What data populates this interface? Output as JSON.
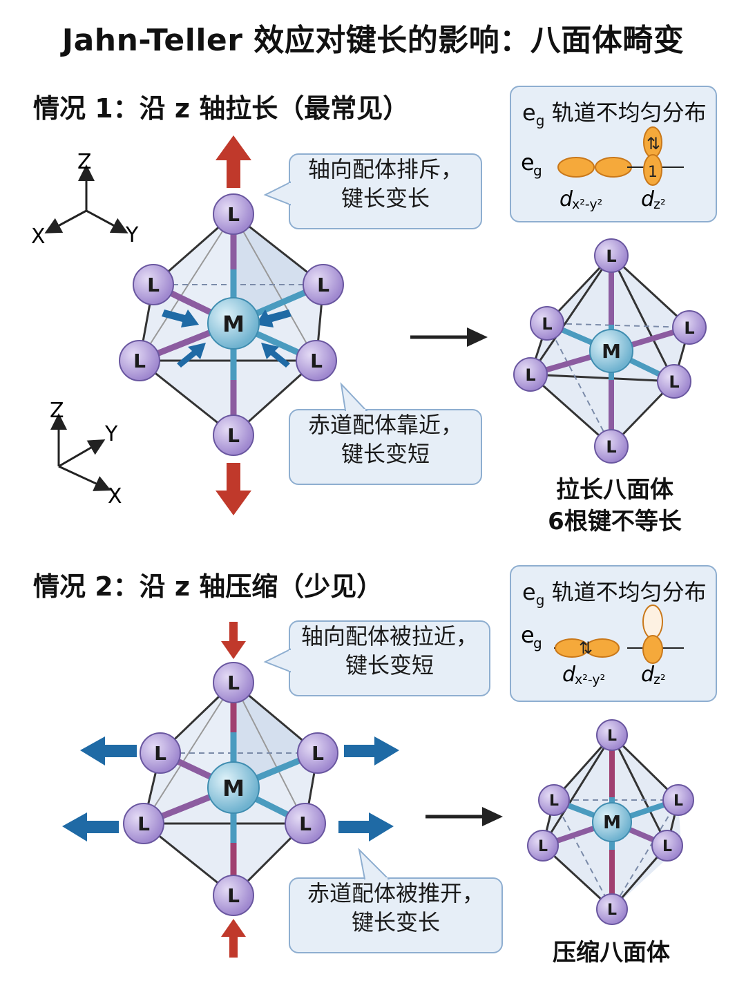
{
  "title": "Jahn-Teller 效应对键长的影响：八面体畸变",
  "case1": {
    "heading": "情况 1：沿 z 轴拉长（最常见）",
    "callout_axial": [
      "轴向配体排斥，",
      "键长变长"
    ],
    "callout_equatorial": [
      "赤道配体靠近，",
      "键长变短"
    ],
    "panel_title_main": "e",
    "panel_title_sub": "g",
    "panel_title_rest": " 轨道不均匀分布",
    "caption": [
      "拉长八面体",
      "6根键不等长"
    ]
  },
  "case2": {
    "heading": "情况 2：沿 z 轴压缩（少见）",
    "callout_axial": [
      "轴向配体被拉近，",
      "键长变短"
    ],
    "callout_equatorial": [
      "赤道配体被推开，",
      "键长变长"
    ],
    "panel_title_main": "e",
    "panel_title_sub": "g",
    "panel_title_rest": " 轨道不均匀分布",
    "caption": [
      "压缩八面体"
    ]
  },
  "labels": {
    "metal": "M",
    "ligand": "L",
    "axis_z": "Z",
    "axis_x": "X",
    "axis_y": "Y",
    "eg": "e",
    "eg_sub": "g",
    "orbital_dx": "d",
    "orbital_dx_sub": "x²-y²",
    "orbital_dz": "d",
    "orbital_dz_sub": "z²",
    "electron_up": "1",
    "electron_pair": "⇅"
  },
  "colors": {
    "red_arrow": "#c0392b",
    "blue_arrow": "#1f6aa5",
    "ligand_fill": "#b9a6dd",
    "metal_fill": "#9ccfe3",
    "orbital_fill": "#f5a93b",
    "panel_bg": "#e6eef7"
  }
}
